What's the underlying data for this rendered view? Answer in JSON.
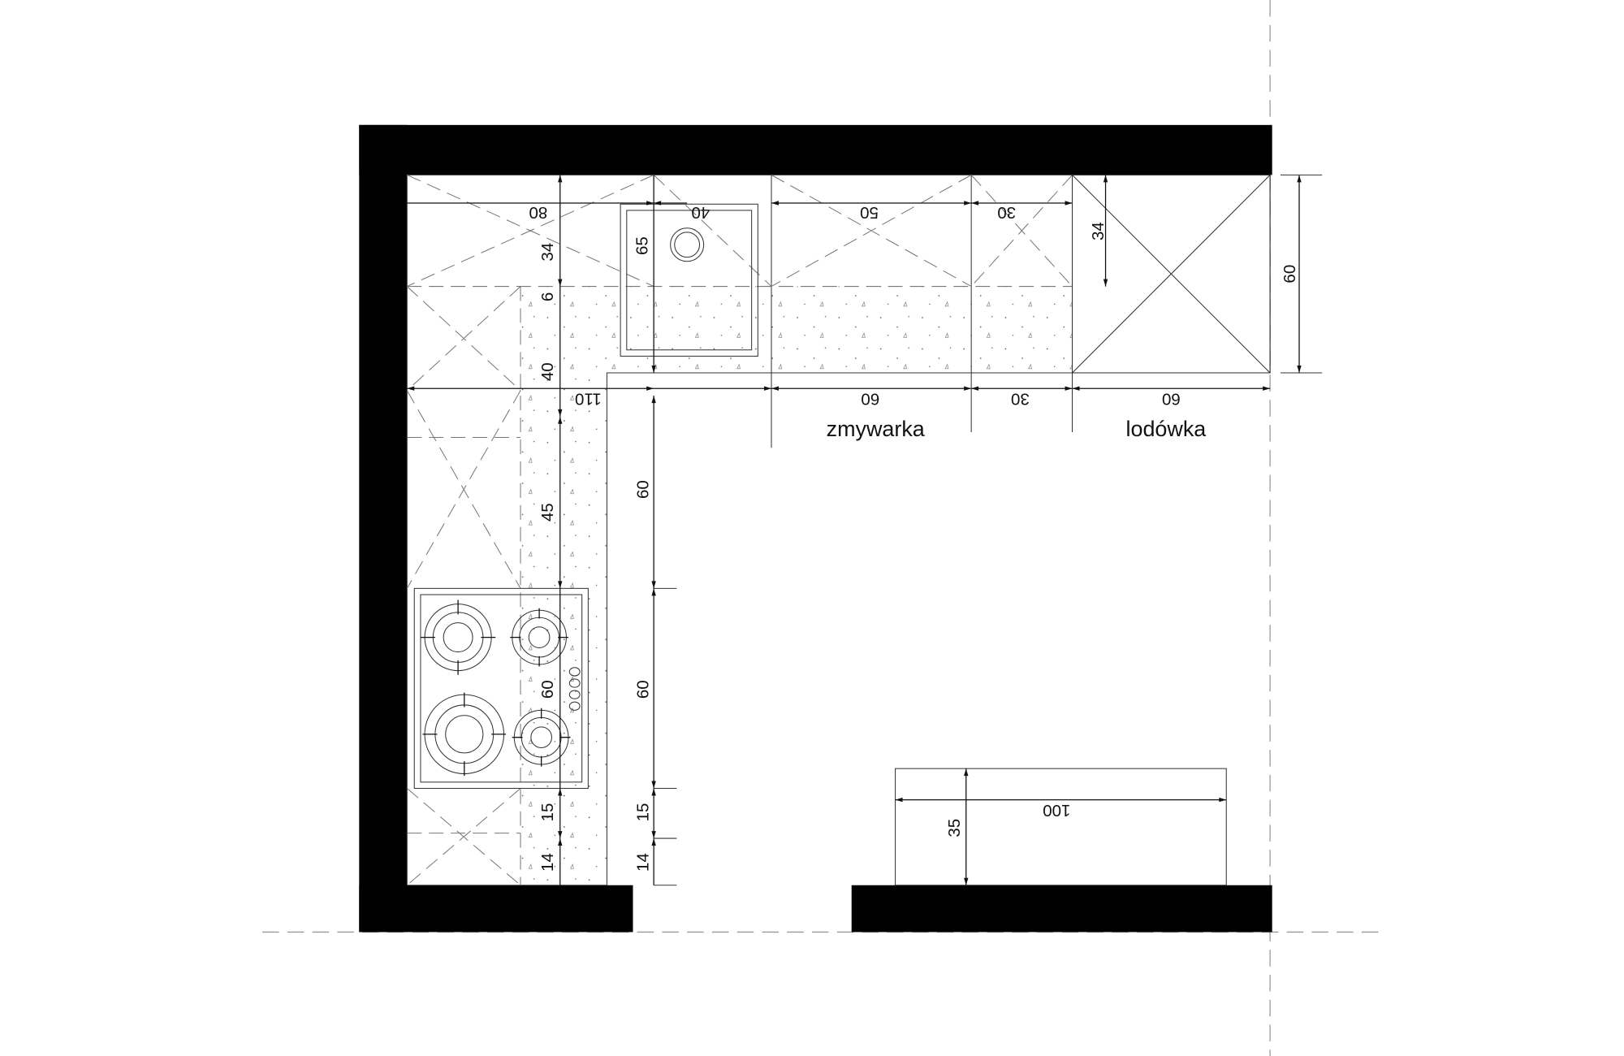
{
  "drawing": {
    "colors": {
      "wall": "#000000",
      "line": "#333333",
      "axis": "#999999"
    },
    "labels": {
      "dishwasher": "zmywarka",
      "fridge": "lodówka"
    },
    "dimensions": {
      "top_cab_80": "80",
      "top_sink_40": "40",
      "top_cab_50": "50",
      "top_cab_30": "30",
      "upper_depth_34": "34",
      "gap_6": "6",
      "counter_40": "40",
      "left_45": "45",
      "hob_60": "60",
      "left_15": "15",
      "left_14": "14",
      "sink_65": "65",
      "fridge_34": "34",
      "fridge_60": "60",
      "bottom_110": "110",
      "dishwasher_60": "60",
      "gap_30": "30",
      "fridge_width_60": "60",
      "corridor_60a": "60",
      "corridor_60b": "60",
      "corridor_15": "15",
      "corridor_14": "14",
      "table_100": "100",
      "table_35": "35"
    }
  }
}
